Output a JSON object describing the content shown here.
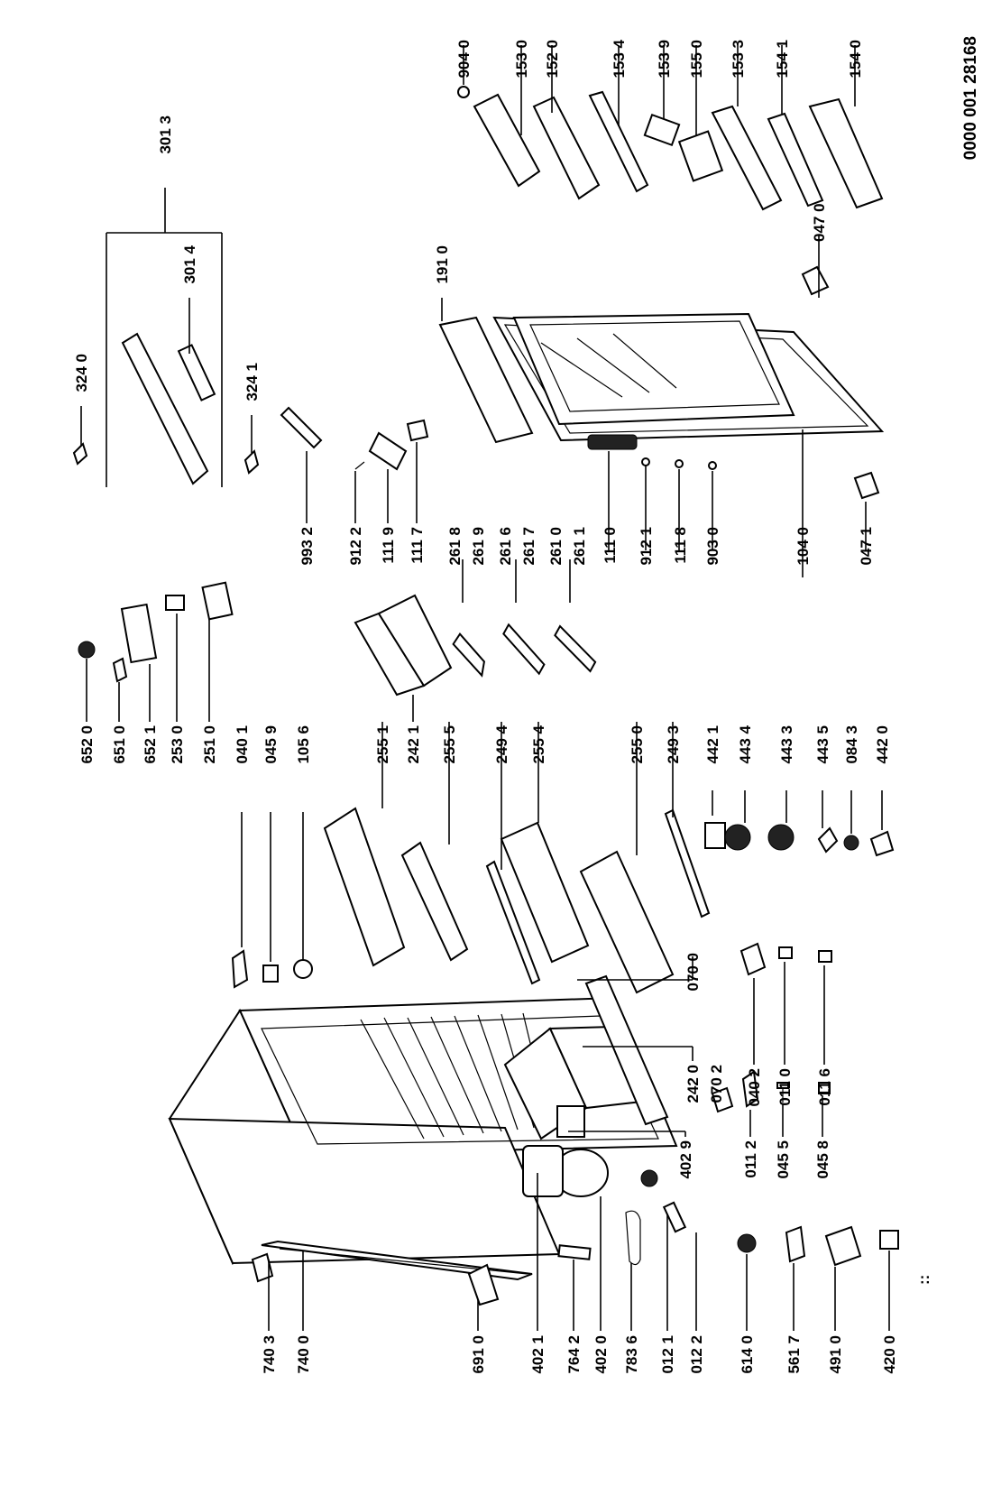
{
  "document_code": "0000 001 28168",
  "note": "::",
  "labels": {
    "l_9040": "904 0",
    "l_1530": "153 0",
    "l_1520": "152 0",
    "l_1534": "153 4",
    "l_1539": "153 9",
    "l_1550": "155 0",
    "l_1533": "153 3",
    "l_1541": "154 1",
    "l_1540": "154 0",
    "l_3013": "301 3",
    "l_3014": "301 4",
    "l_3240": "324 0",
    "l_3241": "324 1",
    "l_1910": "191 0",
    "l_0470": "047 0",
    "l_0471": "047 1",
    "l_1040": "104 0",
    "l_9932": "993 2",
    "l_9122": "912 2",
    "l_1119": "111 9",
    "l_1117": "111 7",
    "l_2618": "261 8",
    "l_2619": "261 9",
    "l_2616": "261 6",
    "l_2617": "261 7",
    "l_2610": "261 0",
    "l_2611": "261 1",
    "l_1110": "111 0",
    "l_9121": "912 1",
    "l_1118": "111 8",
    "l_9030": "903 0",
    "l_6520": "652 0",
    "l_6510": "651 0",
    "l_6521": "652 1",
    "l_2530": "253 0",
    "l_2510": "251 0",
    "l_0401": "040 1",
    "l_0459": "045 9",
    "l_1056": "105 6",
    "l_2551": "255 1",
    "l_2421": "242 1",
    "l_2555": "255 5",
    "l_2494": "249 4",
    "l_2554": "255 4",
    "l_2550": "255 0",
    "l_2493": "249 3",
    "l_4421": "442 1",
    "l_4434": "443 4",
    "l_4433": "443 3",
    "l_4435": "443 5",
    "l_0843": "084 3",
    "l_4420": "442 0",
    "l_0700": "070 0",
    "l_2420": "242 0",
    "l_0702": "070 2",
    "l_0402": "040 2",
    "l_0110": "011 0",
    "l_0116": "011 6",
    "l_4029": "402 9",
    "l_0112": "011 2",
    "l_0455": "045 5",
    "l_0458": "045 8",
    "l_7403": "740 3",
    "l_7400": "740 0",
    "l_6910": "691 0",
    "l_4021": "402 1",
    "l_7642": "764 2",
    "l_4020": "402 0",
    "l_7836": "783 6",
    "l_0121": "012 1",
    "l_0122": "012 2",
    "l_6140": "614 0",
    "l_5617": "561 7",
    "l_4910": "491 0",
    "l_4200": "420 0"
  }
}
